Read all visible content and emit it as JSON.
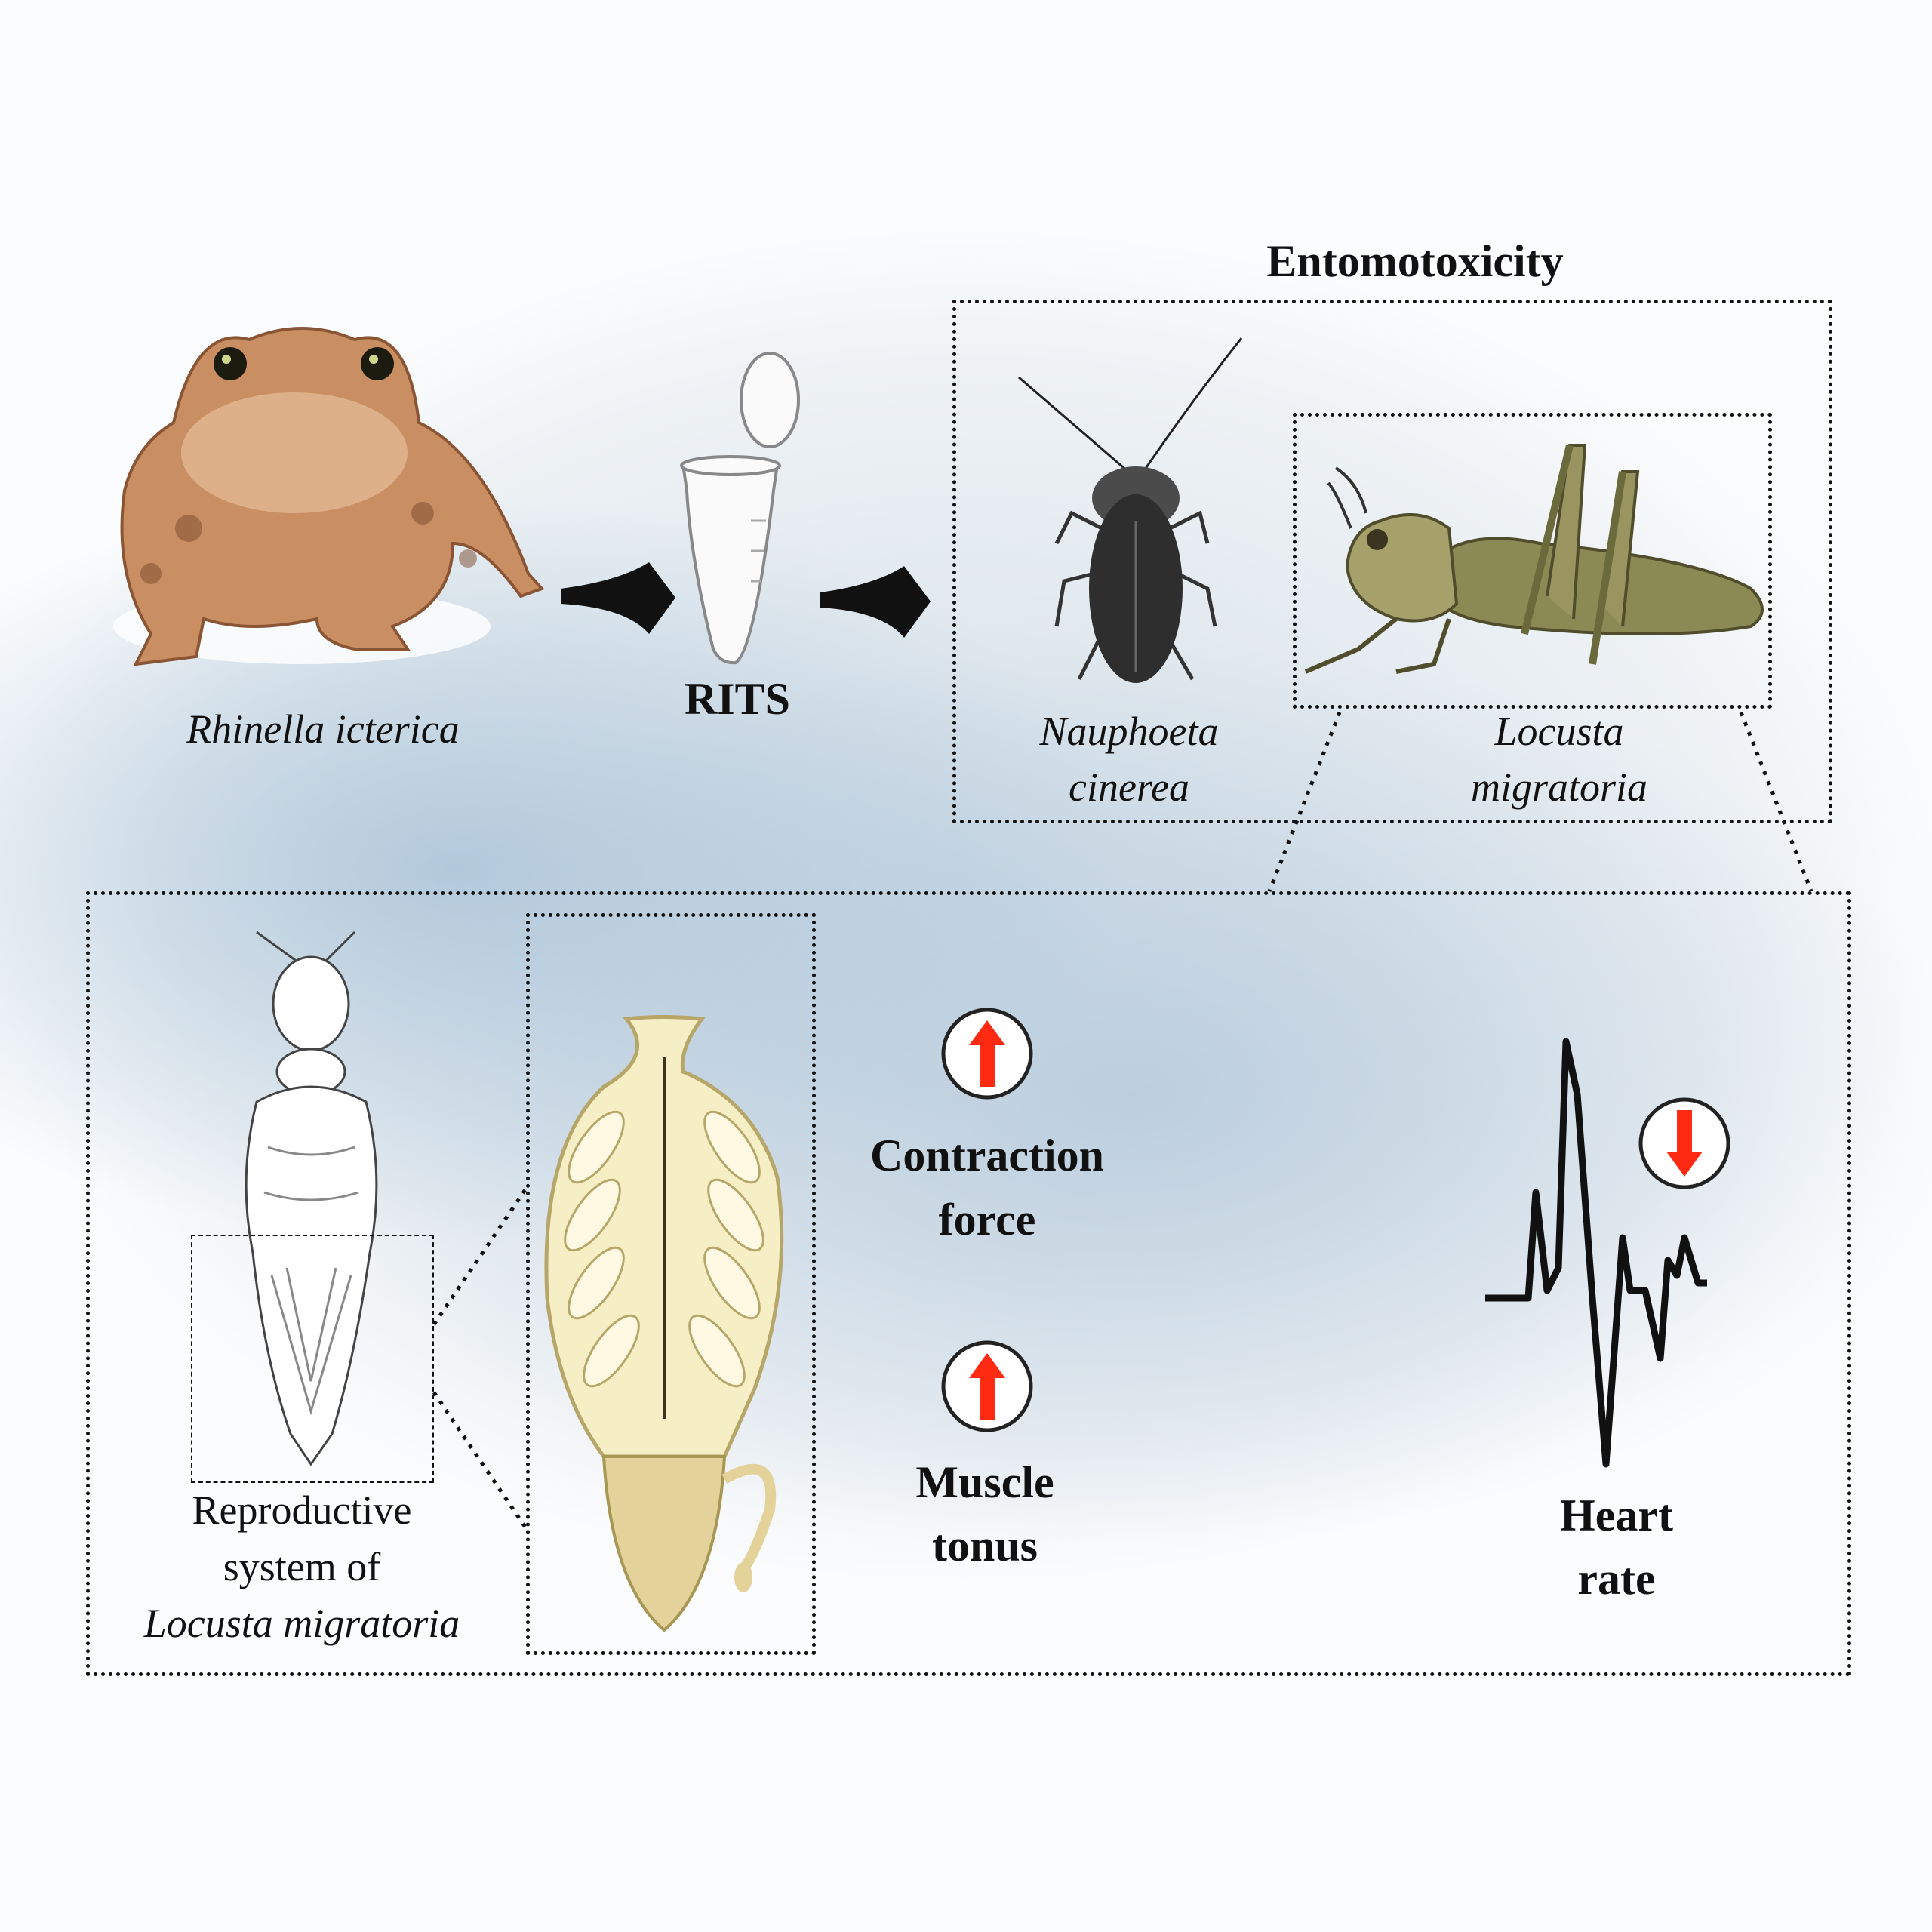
{
  "title": "Entomotoxicity",
  "source": {
    "species": "Rhinella icterica"
  },
  "extract": {
    "label": "RITS"
  },
  "test_species": [
    {
      "line1": "Nauphoeta",
      "line2": "cinerea"
    },
    {
      "line1": "Locusta",
      "line2": "migratoria"
    }
  ],
  "preparation": {
    "line1": "Reproductive",
    "line2": "system of",
    "line3": "Locusta migratoria"
  },
  "effects": [
    {
      "line1": "Contraction",
      "line2": "force",
      "direction": "up"
    },
    {
      "line1": "Muscle",
      "line2": "tonus",
      "direction": "up"
    },
    {
      "line1": "Heart",
      "line2": "rate",
      "direction": "down"
    }
  ],
  "colors": {
    "indicator_arrow": "#ff2a12",
    "border": "#111111"
  }
}
